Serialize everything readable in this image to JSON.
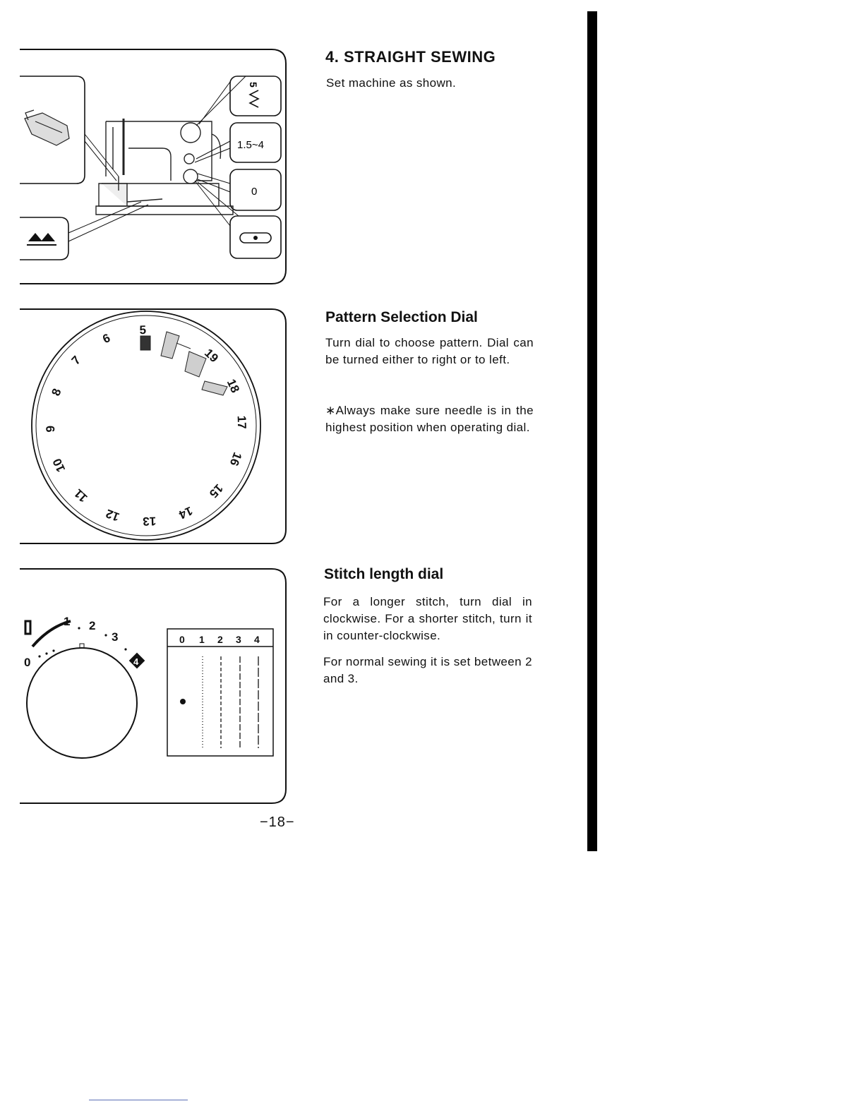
{
  "sections": {
    "straight": {
      "title": "4. STRAIGHT SEWING",
      "text": "Set machine as shown."
    },
    "pattern": {
      "title": "Pattern Selection Dial",
      "text": "Turn dial to choose pattern. Dial can be turned either to right or to left.",
      "note": "∗Always make sure needle is in the highest position when operating dial."
    },
    "stitch": {
      "title": "Stitch length dial",
      "text1": "For a longer stitch, turn dial in clockwise. For a shorter stitch, turn it in counter-clockwise.",
      "text2": "For normal sewing it is set between 2 and 3."
    }
  },
  "figure1": {
    "callout_length": "1.5~4",
    "callout_width": "0"
  },
  "figure2": {
    "dial_numbers": [
      "5",
      "6",
      "7",
      "8",
      "9",
      "10",
      "11",
      "12",
      "13",
      "14",
      "15",
      "16",
      "17",
      "18",
      "19"
    ]
  },
  "figure3": {
    "dial_marks": [
      "0",
      "1",
      "2",
      "3",
      "4"
    ],
    "chart_headers": [
      "0",
      "1",
      "2",
      "3",
      "4"
    ]
  },
  "page_number": "−18−"
}
